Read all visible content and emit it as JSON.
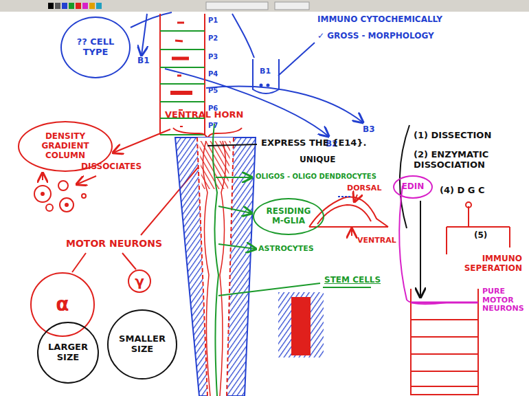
{
  "diagram": {
    "nodes": [
      {
        "text": [
          "?? CELL TYPE"
        ]
      },
      {
        "text": [
          "DENSITY GRADIENT COLUMN"
        ]
      },
      {
        "text": [
          "RESIDING M-GLIA"
        ]
      },
      {
        "text": [
          "EDIN"
        ]
      },
      {
        "text": [
          "α"
        ]
      },
      {
        "text": [
          "γ"
        ]
      },
      {
        "text": [
          "LARGER SIZE"
        ]
      },
      {
        "text": [
          "SMALLER SIZE"
        ]
      }
    ],
    "labels": [
      "B1",
      "P1",
      "P2",
      "P3",
      "P4",
      "P5",
      "P6",
      "P7",
      "IMMUNO CYTOCHEMICALLY",
      "✓ GROSS - MORPHOLOGY",
      "B1",
      "B2",
      "B3",
      "VENTRAL HORN",
      "DISSOCIATES",
      "EXPRESS THE {E14}.",
      "UNIQUE",
      "OLIGOS - OLIGO DENDROCYTES",
      "DORSAL",
      "ASTROCYTES",
      "VENTRAL",
      "STEM CELLS",
      "MOTOR NEURONS",
      "(1) DISSECTION",
      "(2) ENZYMATIC DISSOCIATION",
      "(4) D G C",
      "(5)",
      "IMMUNO SEPERATION",
      "PURE MOTOR NEURONS"
    ]
  }
}
